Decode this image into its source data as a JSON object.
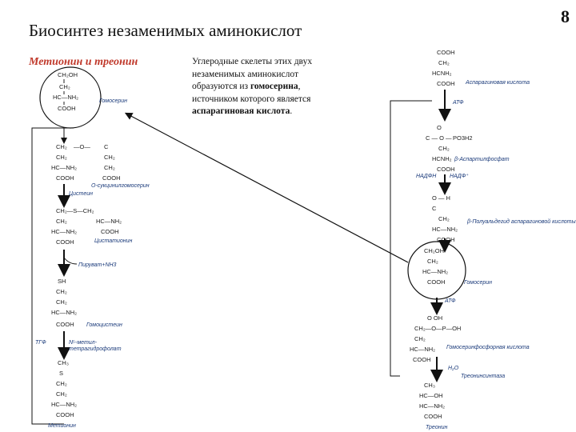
{
  "page": {
    "title": "Биосинтез незаменимых аминокислот",
    "page_number": "8",
    "subtitle": "Метионин и треонин"
  },
  "text": {
    "line1": "Углеродные скелеты этих двух",
    "line2": "незаменимых аминокислот",
    "line3_pre": "образуются из ",
    "line3_bold": "гомосерина",
    "line3_post": ",",
    "line4": "источником которого является",
    "line5_bold": "аспарагиновая кислота",
    "line5_post": "."
  },
  "left_scheme": {
    "homoserine": "Гомосерин",
    "o_succinyl": "O-сукцинилгомосерин",
    "cysteine": "Цистеин",
    "cystathionine": "Цистатионин",
    "pyruvate": "Пируват+NH3",
    "homocysteine": "Гомоцистеин",
    "methionine": "Метионин"
  },
  "right_scheme": {
    "aspartate": "Аспарагиновая кислота",
    "phosphate": "PO3H2",
    "asp_phosphate": "β-Аспартилфосфат",
    "semialdehyde": "β-Полуальдегид аспарагиновой кислоты",
    "homoserine": "Гомосерин",
    "homoserine_phosphate": "Гомосеринфосфорная кислота",
    "threonine_synthase": "Треонинсинтаза",
    "threonine": "Треонин"
  }
}
